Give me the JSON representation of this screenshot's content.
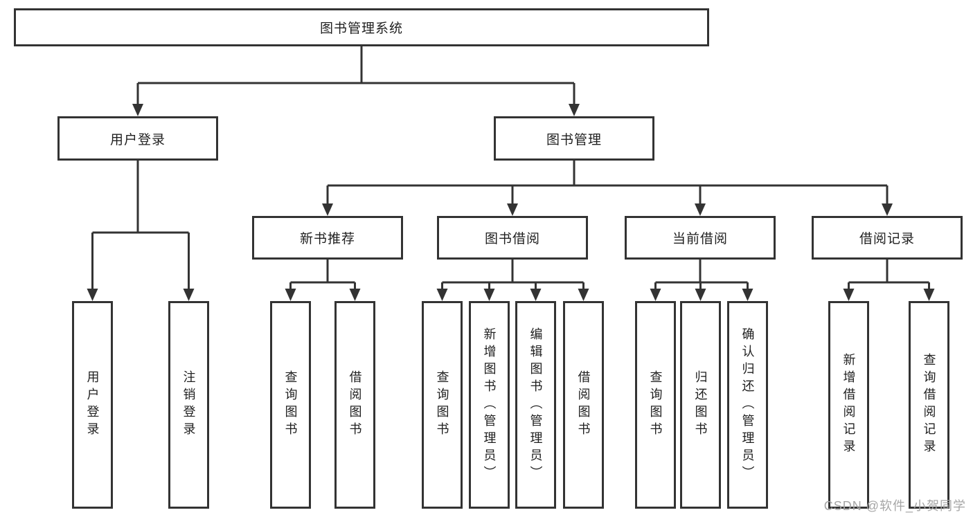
{
  "page": {
    "background": "#ffffff",
    "watermark": "CSDN @软件_小贺同学"
  },
  "colors": {
    "line": "#333333",
    "box_border": "#333333",
    "text": "#1f1f1f",
    "watermark": "#a6a6a6"
  },
  "tree": {
    "root": {
      "label": "图书管理系统"
    },
    "children": [
      {
        "label": "用户登录",
        "children": [
          {
            "label": "用户登录"
          },
          {
            "label": "注销登录"
          }
        ]
      },
      {
        "label": "图书管理",
        "children": [
          {
            "label": "新书推荐",
            "children": [
              {
                "label": "查询图书"
              },
              {
                "label": "借阅图书"
              }
            ]
          },
          {
            "label": "图书借阅",
            "children": [
              {
                "label": "查询图书"
              },
              {
                "label": "新增图书（管理员）"
              },
              {
                "label": "编辑图书（管理员）"
              },
              {
                "label": "借阅图书"
              }
            ]
          },
          {
            "label": "当前借阅",
            "children": [
              {
                "label": "查询图书"
              },
              {
                "label": "归还图书"
              },
              {
                "label": "确认归还（管理员）"
              }
            ]
          },
          {
            "label": "借阅记录",
            "children": [
              {
                "label": "新增借阅记录"
              },
              {
                "label": "查询借阅记录"
              }
            ]
          }
        ]
      }
    ]
  }
}
